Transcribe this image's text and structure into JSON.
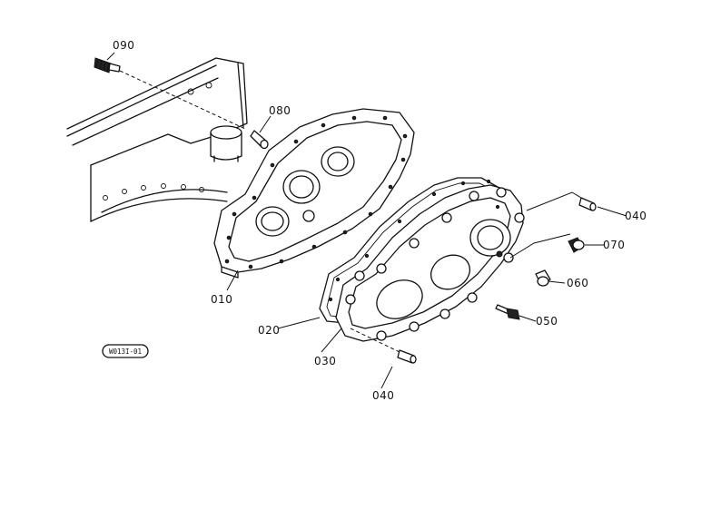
{
  "diagram_code": "W013I-01",
  "labels": {
    "p010": "010",
    "p020": "020",
    "p030": "030",
    "p040a": "040",
    "p040b": "040",
    "p050": "050",
    "p060": "060",
    "p070": "070",
    "p080": "080",
    "p090": "090"
  }
}
